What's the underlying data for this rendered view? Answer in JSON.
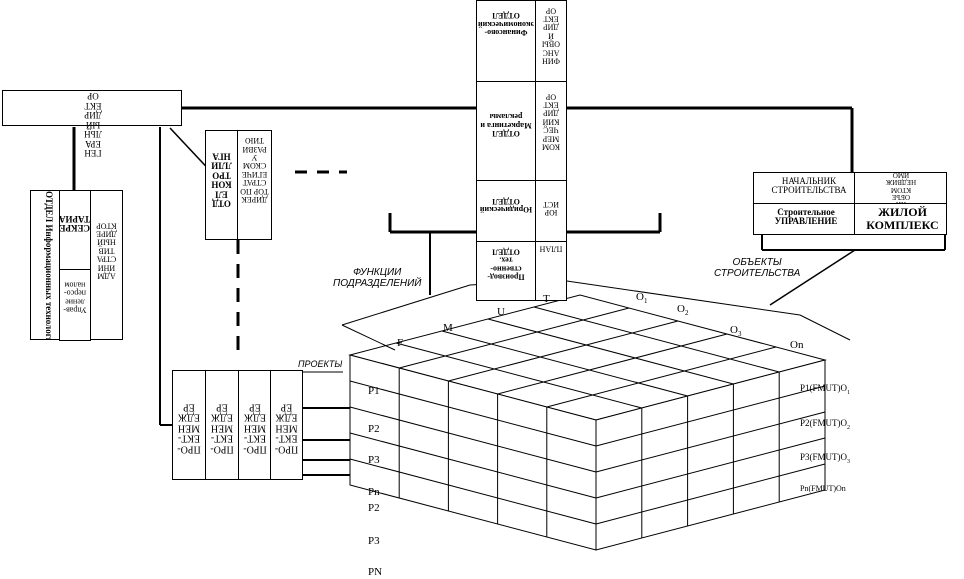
{
  "general_director": "ГЕН\nЕРА\nЛЬН\nЫЙ\nДИР\nЕКТ\nОР",
  "it_dept": {
    "left": "ОТДЕЛ Информационных технологий",
    "right": "СЕКРЕ\nТАРИАТ"
  },
  "admin_block": {
    "a": "Управ-\nление\nперсо-\nналом",
    "b": "АДМ\nИНИ\nСТРА\nТИВ\nНЫЙ\nДИРЕ\nКТОР"
  },
  "strat_block": {
    "a": "ОТД\nЕЛ\nКОН\nТРО\nЛЛИ\nНГА",
    "b": "ДИРЕК\nТОР ПО\nСТРАТ\nЕГИЧЕ\nСКОМ\nУ\nРАЗВИ\nТИЮ"
  },
  "top_column": [
    {
      "a": "ФИН\nАНС\nОВЫ\nЙ\nДИР\nЕКТ\nОР",
      "b": "Финансово-\nэкономический\nОТДЕЛ"
    },
    {
      "a": "КОМ\nМЕР\nЧЕС\nКИЙ\nДИР\nЕКТ\nОР",
      "b": "ОТДЕЛ\nМаркетинга и\nрекламы"
    },
    {
      "a": "ЮР\nИСТ",
      "b": "Юридический\nОТДЕЛ"
    },
    {
      "a": "ПЛАН",
      "b": "Производ-\nственно-\nтех.\nОТДЕЛ"
    }
  ],
  "construction": {
    "head": "НАЧАЛЬНИК\nСТРОИТЕЛЬСТВА",
    "head2": "УПРАВ\nЛЯЮЩ\nИЙ\nОБЪЕ\nКТОМ\nНЕДВИЖ\nИМО\nСТИ",
    "mgmt": "Строительное\nУПРАВЛЕНИЕ",
    "complex": "ЖИЛОЙ\nКОМПЛЕКС"
  },
  "project_managers": [
    "ПРО-\nЕКТ-\nМЕН\nЕДЖ\nЕР",
    "ПРО-\nЕКТ-\nМЕН\nЕДЖ\nЕР",
    "ПРО-\nЕКТ-\nМЕН\nЕДЖ\nЕР",
    "ПРО-\nЕКТ-\nМЕН\nЕДЖ\nЕР"
  ],
  "labels": {
    "functions": "ФУНКЦИИ\nПОДРАЗДЕЛЕНИЙ",
    "objects": "ОБЪЕКТЫ\nСТРОИТЕЛЬСТВА",
    "projects": "ПРОЕКТЫ"
  },
  "cube": {
    "functions": [
      "F",
      "M",
      "U",
      "T"
    ],
    "objects": [
      {
        "base": "O",
        "sub": "1"
      },
      {
        "base": "O",
        "sub": "2"
      },
      {
        "base": "O",
        "sub": "3"
      },
      {
        "base": "On",
        "sub": ""
      }
    ],
    "projects_front": [
      "P1",
      "P2",
      "P3",
      "Pn"
    ],
    "projects_below": [
      "P2",
      "P3",
      "PN"
    ],
    "right_labels": [
      "P1(FMUT)O",
      "P2(FMUT)O",
      "P3(FMUT)O",
      "Pn(FMUT)On"
    ],
    "right_subs": [
      "1",
      "2",
      "3",
      ""
    ]
  }
}
